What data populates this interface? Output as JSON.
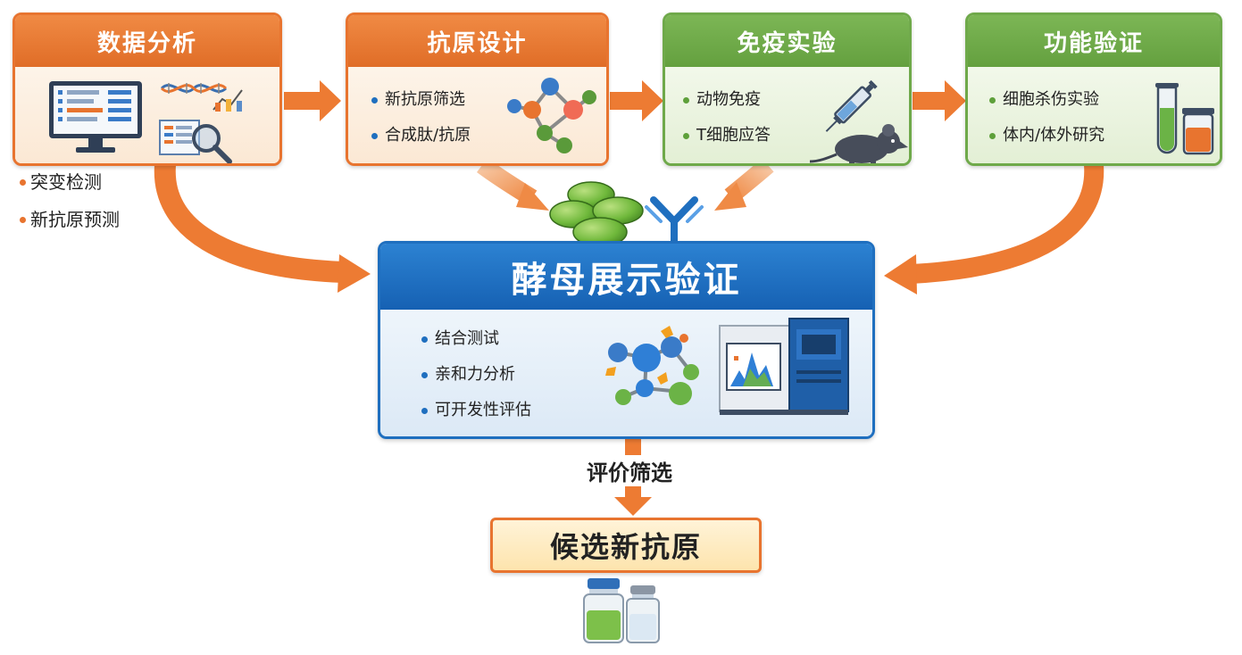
{
  "stages": [
    {
      "id": "data-analysis",
      "title": "数据分析"
    },
    {
      "id": "antigen-design",
      "title": "抗原设计",
      "bullets": [
        "新抗原筛选",
        "合成肽/抗原"
      ]
    },
    {
      "id": "immune-experiment",
      "title": "免疫实验",
      "bullets": [
        "动物免疫",
        "T细胞应答"
      ]
    },
    {
      "id": "functional-validation",
      "title": "功能验证",
      "bullets": [
        "细胞杀伤实验",
        "体内/体外研究"
      ]
    }
  ],
  "data_analysis_bullets": [
    "突变检测",
    "新抗原预测"
  ],
  "yeast_display": {
    "title": "酵母展示验证",
    "bullets": [
      "结合测试",
      "亲和力分析",
      "可开发性评估"
    ]
  },
  "filter_label": "评价筛选",
  "candidate": "候选新抗原",
  "colors": {
    "orange": "#e8742f",
    "green": "#6fa94a",
    "blue": "#1f6fbf",
    "candidate_fill": "#fde4ad"
  },
  "icons": [
    "monitor-icon",
    "dna-icon",
    "magnifier-icon",
    "molecule-icon",
    "syringe-icon",
    "mouse-icon",
    "test-tube-icon",
    "beaker-icon",
    "yeast-cells-icon",
    "antibody-icon",
    "protein-complex-icon",
    "flow-cytometer-icon",
    "vial-icon"
  ]
}
